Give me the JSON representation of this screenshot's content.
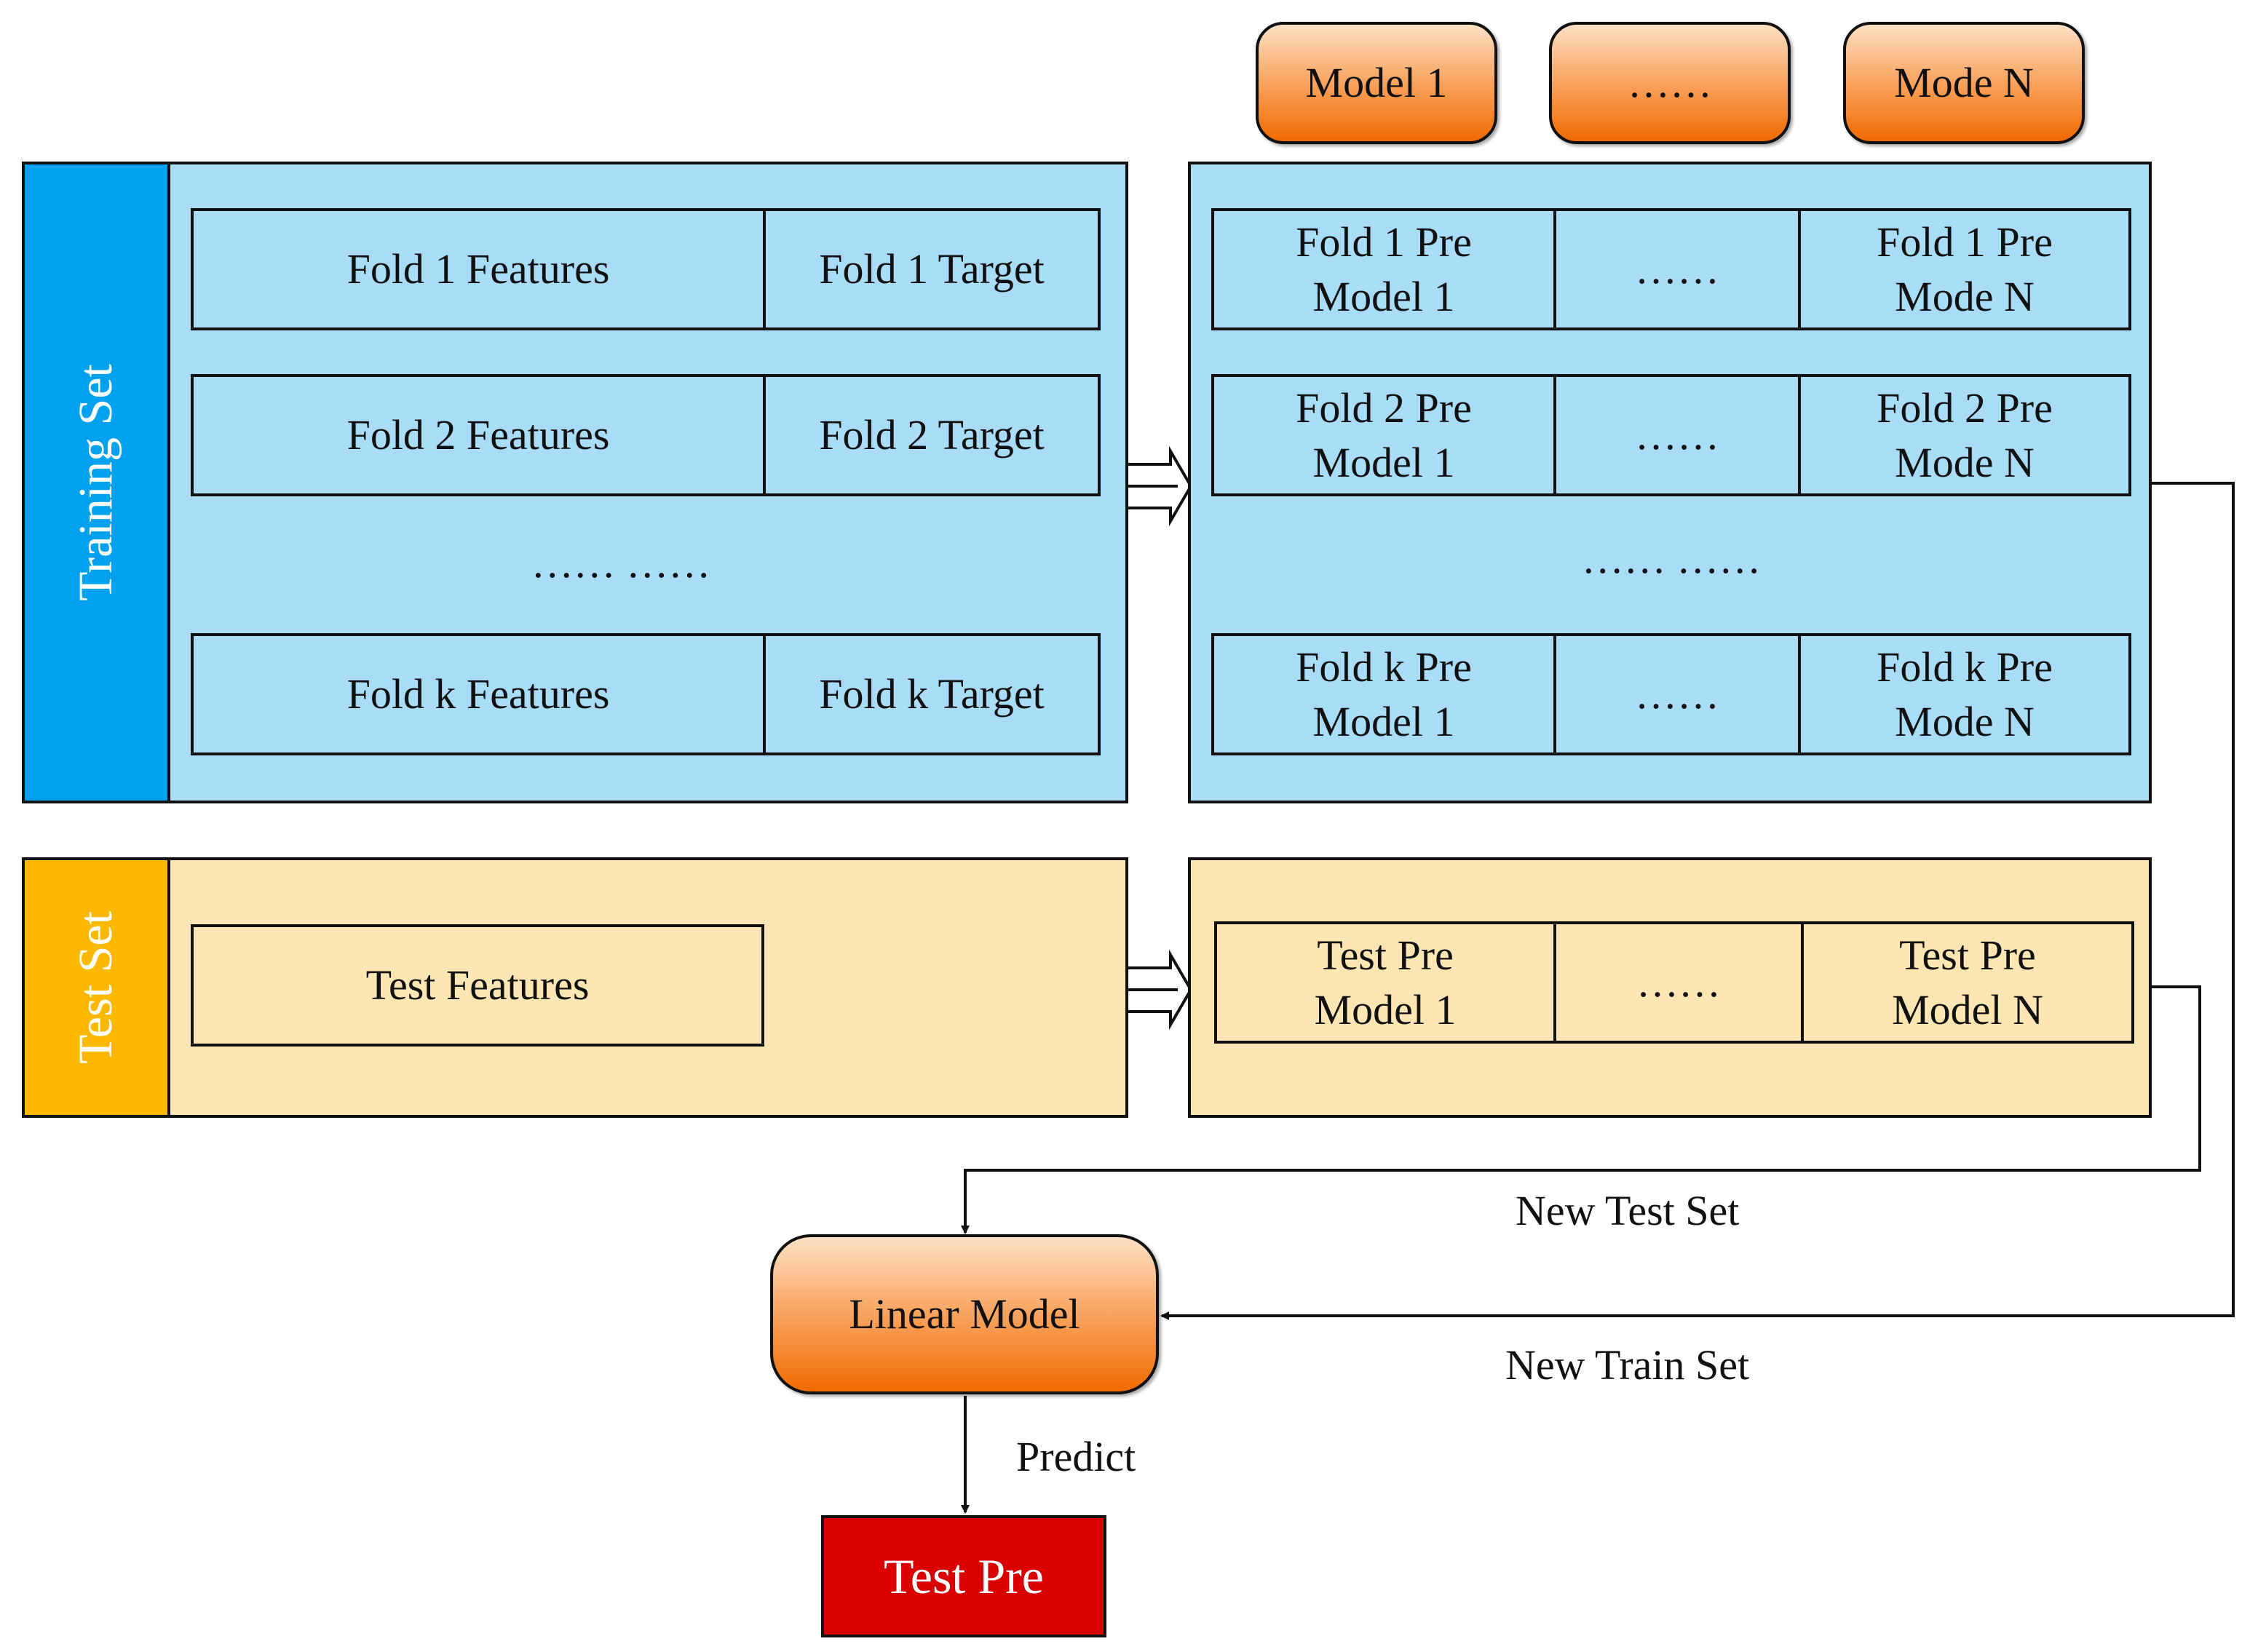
{
  "models_header": [
    "Model 1",
    "……",
    "Mode N"
  ],
  "training": {
    "label": "Training Set",
    "rows": [
      {
        "features": "Fold 1 Features",
        "target": "Fold 1 Target"
      },
      {
        "features": "Fold 2 Features",
        "target": "Fold 2 Target"
      },
      {
        "features": "Fold k Features",
        "target": "Fold k Target"
      }
    ],
    "ellipsis": "…… ……"
  },
  "train_predictions": {
    "rows": [
      {
        "model1": "Fold 1 Pre\nModel 1",
        "mid": "……",
        "modelN": "Fold 1 Pre\nMode N"
      },
      {
        "model1": "Fold 2 Pre\nModel 1",
        "mid": "……",
        "modelN": "Fold 2 Pre\nMode N"
      },
      {
        "model1": "Fold k Pre\nModel 1",
        "mid": "……",
        "modelN": "Fold k Pre\nMode N"
      }
    ],
    "ellipsis": "…… ……"
  },
  "test": {
    "label": "Test Set",
    "features": "Test Features"
  },
  "test_predictions": {
    "model1": "Test Pre\nModel 1",
    "mid": "……",
    "modelN": "Test Pre\nModel N"
  },
  "edges": {
    "new_test_set": "New Test Set",
    "new_train_set": "New Train Set",
    "predict": "Predict"
  },
  "linear_model": "Linear Model",
  "output": "Test Pre",
  "colors": {
    "training_side": "#00a2ef",
    "training_fill": "#a9dcf7",
    "test_side": "#fdb800",
    "test_fill": "#fde6b3",
    "model_orange": "#f26b00",
    "output_red": "#d90000"
  }
}
